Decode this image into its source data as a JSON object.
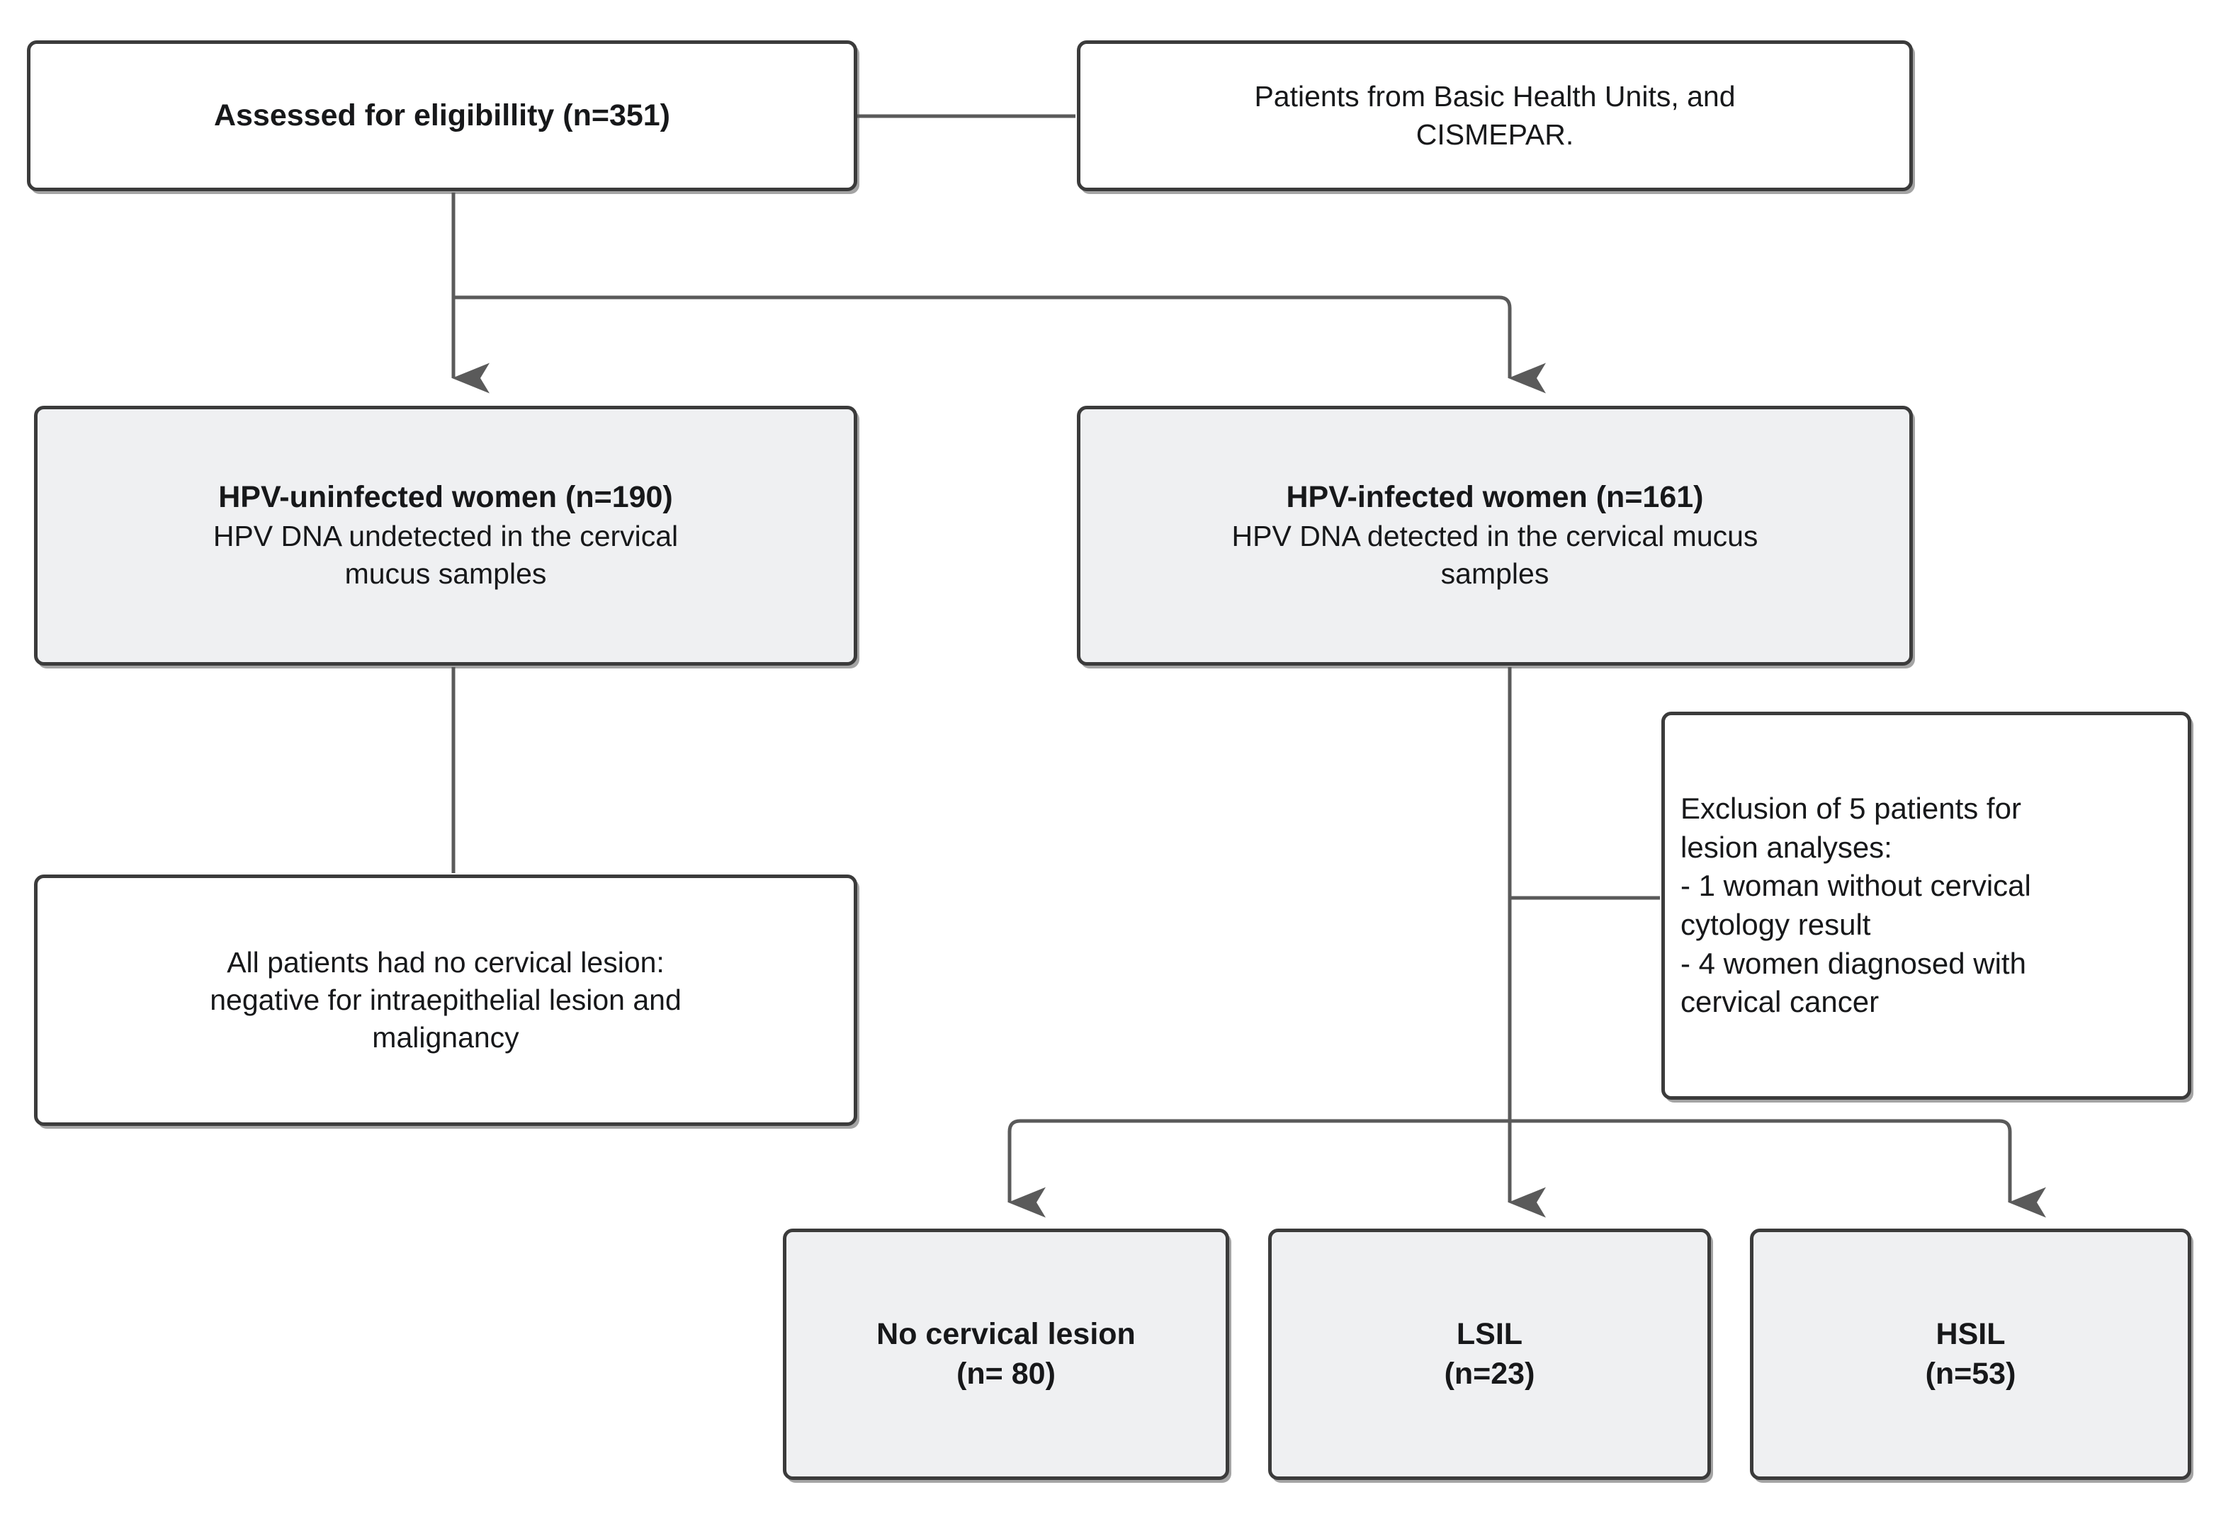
{
  "diagram": {
    "type": "flowchart",
    "title": "HPV cervical lesion study participant flow",
    "colors": {
      "border": "#3b3b3b",
      "fill_white": "#ffffff",
      "fill_gray": "#eff0f2",
      "text": "#17181a",
      "connector": "#5a5a5a"
    }
  },
  "nodes": {
    "assessed": {
      "label": "Assessed for eligibillity (n=351)",
      "n": 351,
      "fill": "white",
      "bold": true
    },
    "source": {
      "line1": "Patients from Basic Health Units, and",
      "line2": "CISMEPAR.",
      "fill": "white",
      "bold": false
    },
    "uninfected": {
      "title": "HPV-uninfected women (n=190)",
      "n": 190,
      "detail_line1": "HPV DNA undetected in the cervical",
      "detail_line2": "mucus samples",
      "fill": "gray"
    },
    "infected": {
      "title": "HPV-infected women (n=161)",
      "n": 161,
      "detail_line1": "HPV DNA detected in the cervical mucus",
      "detail_line2": "samples",
      "fill": "gray"
    },
    "no_lesion_all": {
      "line1": "All patients had no cervical lesion:",
      "line2": "negative for intraepithelial lesion and",
      "line3": "malignancy",
      "fill": "white"
    },
    "exclusion": {
      "line1": "Exclusion of 5 patients for",
      "line2": "lesion analyses:",
      "line3": "- 1 woman without cervical",
      "line4": "cytology result",
      "line5": "- 4 women diagnosed with",
      "line6": "cervical cancer",
      "excluded_count": 5,
      "fill": "white"
    }
  },
  "outcomes": [
    {
      "label": "No cervical lesion",
      "count_label": "(n= 80)",
      "n": 80,
      "fill": "gray"
    },
    {
      "label": "LSIL",
      "count_label": "(n=23)",
      "n": 23,
      "fill": "gray"
    },
    {
      "label": "HSIL",
      "count_label": "(n=53)",
      "n": 53,
      "fill": "gray"
    }
  ]
}
